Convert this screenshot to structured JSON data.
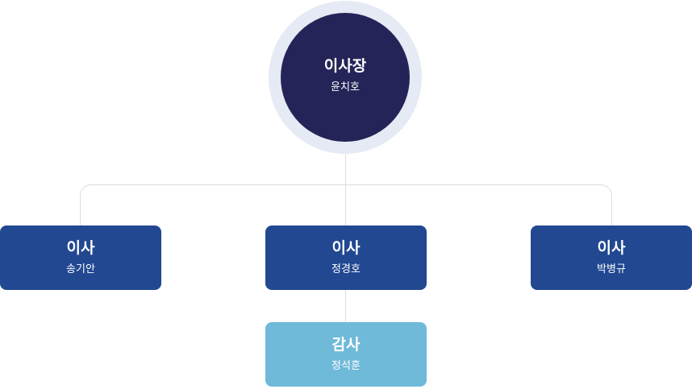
{
  "chairman": {
    "title": "이사장",
    "name": "윤치호"
  },
  "directors": [
    {
      "title": "이사",
      "name": "송기안"
    },
    {
      "title": "이사",
      "name": "정경호"
    },
    {
      "title": "이사",
      "name": "박병규"
    }
  ],
  "auditor": {
    "title": "감사",
    "name": "정석훈"
  },
  "colors": {
    "chairman": "#252458",
    "chairman_ring": "#e6eaf4",
    "director": "#214891",
    "auditor": "#6fb9d9",
    "connector": "#dcdcdc"
  }
}
